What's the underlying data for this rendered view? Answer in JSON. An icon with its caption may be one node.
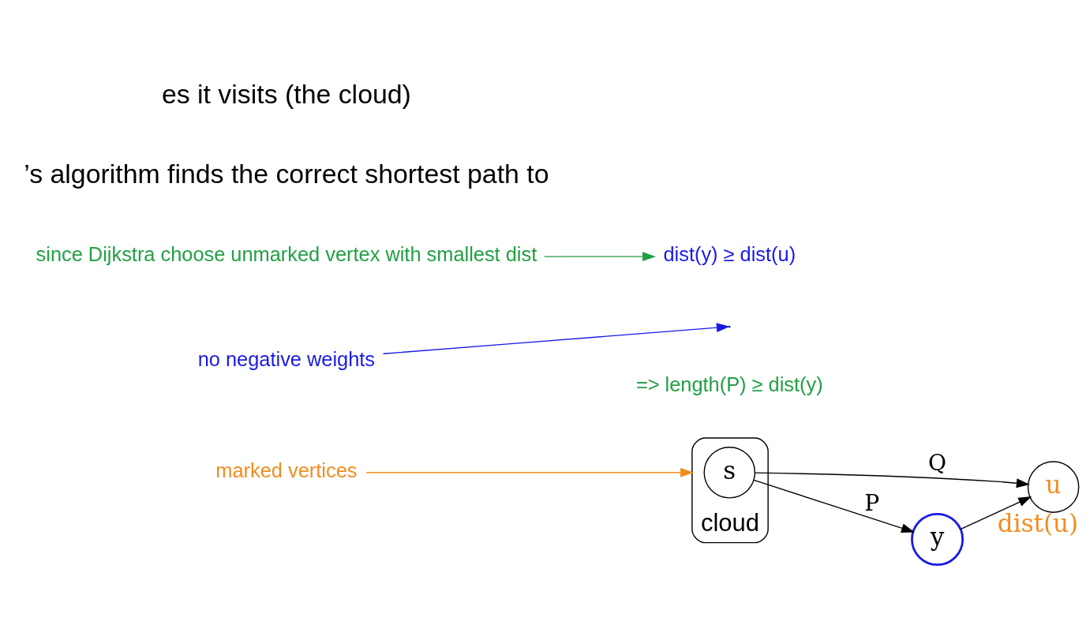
{
  "diagram": {
    "nodes": [
      {
        "text": [
          "cloud"
        ]
      },
      {
        "text": [
          "s"
        ],
        "in": 0
      },
      {
        "text": [
          "u"
        ],
        "beside": [
          "dist(u)"
        ]
      },
      {
        "text": [
          "y"
        ]
      },
      {
        "text": [
          "marked vertices"
        ]
      },
      {
        "text": [
          "no negative weights"
        ]
      },
      {
        "text": [
          "dist(y) ≥ dist(u)"
        ]
      },
      {
        "text": [
          "since Dijkstra choose unmarked vertex with smallest dist"
        ]
      }
    ],
    "edges": [
      {
        "from": 1,
        "to": 2,
        "label": "Q",
        "arrow": "to"
      },
      {
        "from": 1,
        "to": 3,
        "label": "P",
        "arrow": "to"
      },
      {
        "from": 3,
        "to": 2,
        "arrow": "to"
      },
      {
        "from": 4,
        "to": 0,
        "arrow": "to",
        "color": "#f28c1e"
      },
      {
        "from": 5,
        "to": null,
        "arrow": "to",
        "color": "#1a1ae6"
      },
      {
        "from": 7,
        "to": 6,
        "arrow": "to",
        "color": "#22a045"
      }
    ],
    "labels": [
      "=> length(P) ≥ dist(y)",
      "’s algorithm finds the correct shortest path to",
      "es it visits (the cloud)"
    ]
  }
}
